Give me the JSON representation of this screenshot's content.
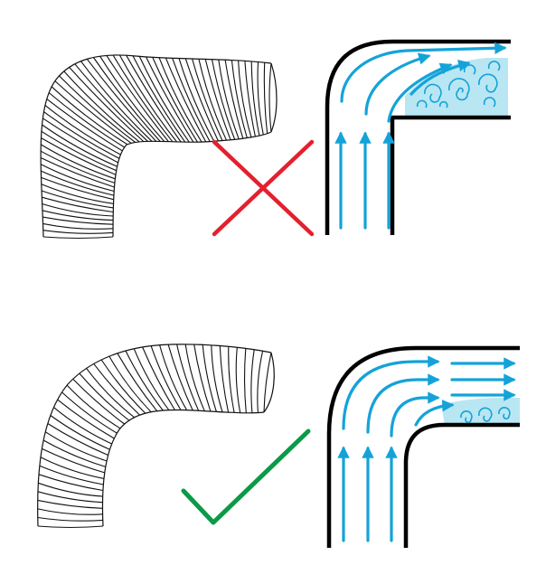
{
  "figure": {
    "panels": [
      {
        "id": "bad",
        "verdict": "incorrect",
        "mark_icon": "cross-icon",
        "mark_color": "#e4202e"
      },
      {
        "id": "good",
        "verdict": "correct",
        "mark_icon": "check-icon",
        "mark_color": "#0a9a48"
      }
    ],
    "colors": {
      "flow": "#14a3d8",
      "turbulence_fill": "#b9e6f3",
      "duct_wall": "#000000",
      "hose_line": "#111111"
    }
  }
}
